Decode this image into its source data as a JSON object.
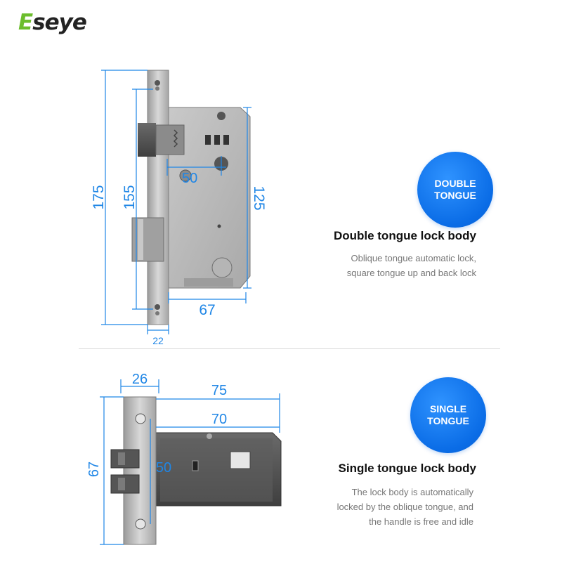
{
  "brand": {
    "logo_text": "Eseye"
  },
  "double": {
    "badge_line1": "DOUBLE",
    "badge_line2": "TONGUE",
    "title": "Double tongue lock body",
    "desc_lines": [
      "Oblique tongue automatic lock,",
      "square tongue up and back lock"
    ],
    "dims": {
      "height_total": "175",
      "height_inner": "155",
      "center": "50",
      "body_height": "125",
      "body_depth": "67",
      "faceplate_width": "22"
    }
  },
  "single": {
    "badge_line1": "SINGLE",
    "badge_line2": "TONGUE",
    "title": "Single tongue lock body",
    "desc_lines": [
      "The lock body is automatically",
      "locked by the oblique tongue, and",
      "the handle is free and idle"
    ],
    "dims": {
      "face_width": "26",
      "overall": "75",
      "body": "70",
      "height": "67",
      "backset": "50"
    }
  },
  "colors": {
    "accent_blue": "#1f86e6",
    "badge_blue": "#0a6ce6",
    "logo_green": "#6cbd2d"
  }
}
